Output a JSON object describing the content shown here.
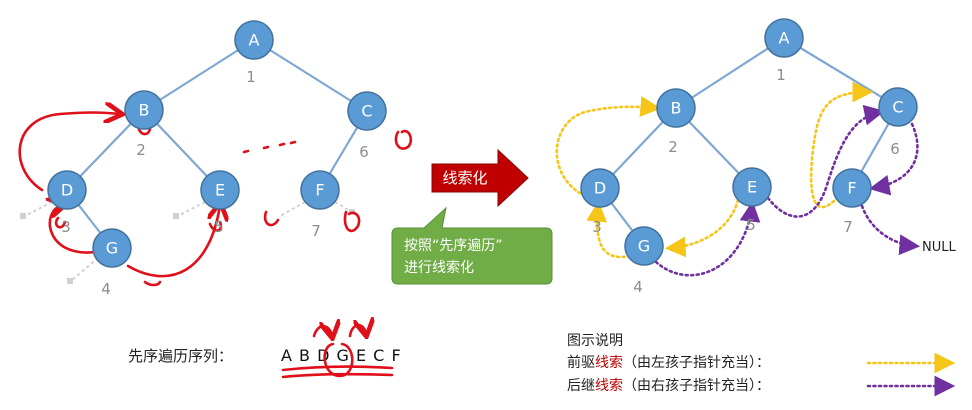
{
  "left_tree": {
    "nodes": [
      {
        "id": "A",
        "index": "1"
      },
      {
        "id": "B",
        "index": "2"
      },
      {
        "id": "C",
        "index": "6"
      },
      {
        "id": "D",
        "index": "3"
      },
      {
        "id": "E",
        "index": "5"
      },
      {
        "id": "F",
        "index": "7"
      },
      {
        "id": "G",
        "index": "4"
      }
    ]
  },
  "right_tree": {
    "nodes": [
      {
        "id": "A",
        "index": "1"
      },
      {
        "id": "B",
        "index": "2"
      },
      {
        "id": "C",
        "index": "6"
      },
      {
        "id": "D",
        "index": "3"
      },
      {
        "id": "E",
        "index": "5"
      },
      {
        "id": "F",
        "index": "7"
      },
      {
        "id": "G",
        "index": "4"
      }
    ],
    "null_label": "NULL"
  },
  "arrow_label": "线索化",
  "callout": {
    "line1": "按照“先序遍历”",
    "line2": "进行线索化"
  },
  "sequence": {
    "label": "先序遍历序列：",
    "value": "A B D G E C F"
  },
  "legend": {
    "title": "图示说明",
    "items": [
      {
        "prefix": "前驱",
        "highlight": "线索",
        "suffix": "（由左孩子指针充当）：",
        "color": "#f5c518"
      },
      {
        "prefix": "后继",
        "highlight": "线索",
        "suffix": "（由右孩子指针充当）：",
        "color": "#7030a0"
      }
    ]
  },
  "colors": {
    "node_fill": "#5b9bd5",
    "arrow_fill": "#c00000",
    "callout_fill": "#70ad47",
    "ink": "#e0101a"
  }
}
